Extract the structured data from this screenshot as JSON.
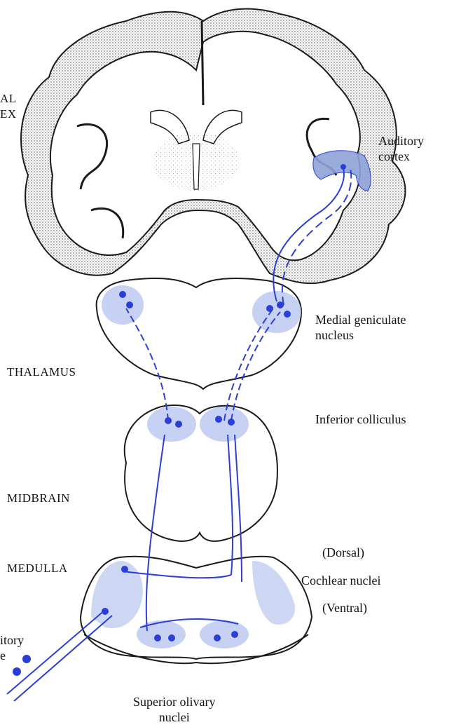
{
  "labels": {
    "cortex_left_line1": "AL",
    "cortex_left_line2": "EX",
    "auditory_cortex_line1": "Auditory",
    "auditory_cortex_line2": "cortex",
    "medial_geniculate_line1": "Medial geniculate",
    "medial_geniculate_line2": "nucleus",
    "thalamus": "THALAMUS",
    "inferior_colliculus": "Inferior colliculus",
    "midbrain": "MIDBRAIN",
    "medulla": "MEDULLA",
    "dorsal": "(Dorsal)",
    "cochlear_nuclei": "Cochlear nuclei",
    "ventral": "(Ventral)",
    "auditory_nerve_line1": "itory",
    "auditory_nerve_line2": "e",
    "superior_olivary_line1": "Superior olivary",
    "superior_olivary_line2": "nuclei"
  },
  "colors": {
    "pathway": "#2b3fd6",
    "nucleus_fill": "#b8c6f0",
    "cortex_fill": "#8fa2d8",
    "outline": "#1a1a1a"
  }
}
